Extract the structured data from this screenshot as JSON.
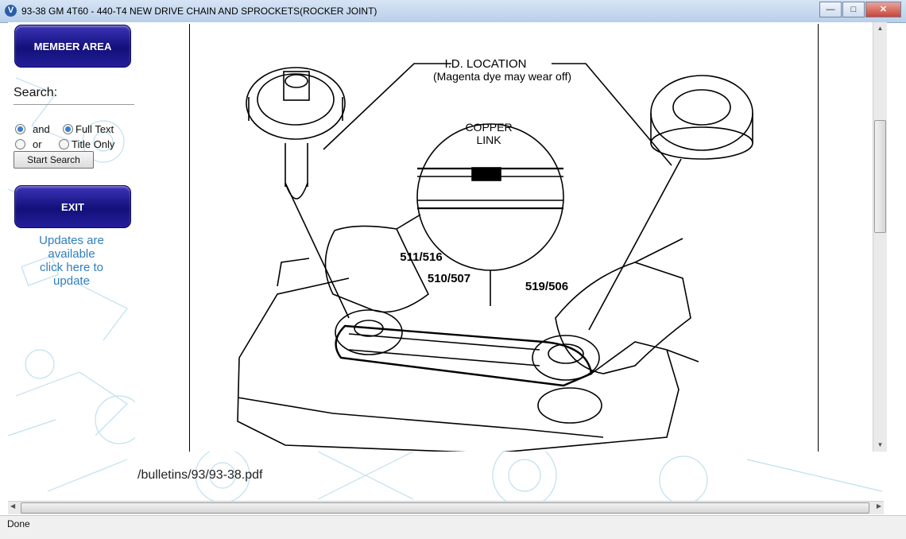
{
  "window": {
    "title": "93-38 GM 4T60 - 440-T4 NEW DRIVE CHAIN AND SPROCKETS(ROCKER JOINT)",
    "icon_letter": "V",
    "minimize_icon": "minimize-icon",
    "maximize_icon": "maximize-icon",
    "close_icon": "close-icon"
  },
  "sidebar": {
    "member_area_label": "MEMBER AREA",
    "search_label": "Search:",
    "search_value": "",
    "options": {
      "and_label": "and",
      "or_label": "or",
      "full_text_label": "Full Text",
      "title_only_label": "Title Only",
      "selected_logic": "and",
      "selected_scope": "Full Text"
    },
    "start_search_label": "Start Search",
    "exit_label": "EXIT",
    "updates_line1": "Updates are",
    "updates_line2": "available",
    "updates_line3": "click here to",
    "updates_line4": "update"
  },
  "document": {
    "diagram_labels": {
      "id_location": "I.D. LOCATION",
      "id_note": "(Magenta dye may wear off)",
      "copper": "COPPER",
      "link": "LINK",
      "part_1": "511/516",
      "part_2": "510/507",
      "part_3": "519/506"
    },
    "file_path": "/bulletins/93/93-38.pdf"
  },
  "status": {
    "text": "Done"
  },
  "colors": {
    "button_navy": "#12107a",
    "updates_link": "#2f7ec0",
    "radio_accent": "#3b7fd0"
  }
}
